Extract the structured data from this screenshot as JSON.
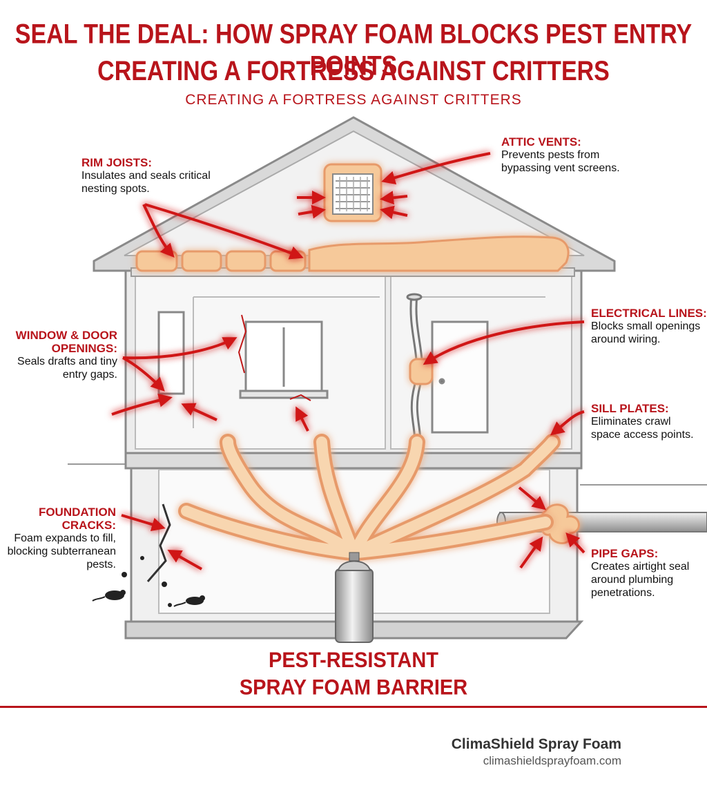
{
  "header": {
    "title_line1": "SEAL THE DEAL: HOW SPRAY FOAM BLOCKS PEST ENTRY POINTS",
    "title_line2": "CREATING A FORTRESS AGAINST CRITTERS",
    "subtitle": "CREATING A FORTRESS AGAINST CRITTERS"
  },
  "callouts": {
    "rim_joists": {
      "heading": "RIM JOISTS:",
      "text": "Insulates and seals critical nesting spots."
    },
    "attic_vents": {
      "heading": "ATTIC VENTS:",
      "text": "Prevents pests from bypassing vent screens."
    },
    "window_door": {
      "heading": "WINDOW & DOOR OPENINGS:",
      "text": "Seals drafts and tiny entry gaps."
    },
    "electrical": {
      "heading": "ELECTRICAL LINES:",
      "text": "Blocks small openings around wiring."
    },
    "sill_plates": {
      "heading": "SILL PLATES:",
      "text": "Eliminates crawl space access points."
    },
    "foundation": {
      "heading": "FOUNDATION CRACKS:",
      "text": "Foam expands to fill, blocking subterranean pests."
    },
    "pipe_gaps": {
      "heading": "PIPE GAPS:",
      "text": "Creates airtight seal around plumbing penetrations."
    }
  },
  "center_label": {
    "line1": "PEST-RESISTANT",
    "line2": "SPRAY FOAM BARRIER"
  },
  "footer": {
    "brand": "ClimaShield Spray Foam",
    "site": "climashieldsprayfoam.com"
  },
  "colors": {
    "accent_red": "#b8141b",
    "foam": "#f6c99a",
    "foam_edge": "#e79a6a",
    "structure": "#9a9a9a"
  }
}
